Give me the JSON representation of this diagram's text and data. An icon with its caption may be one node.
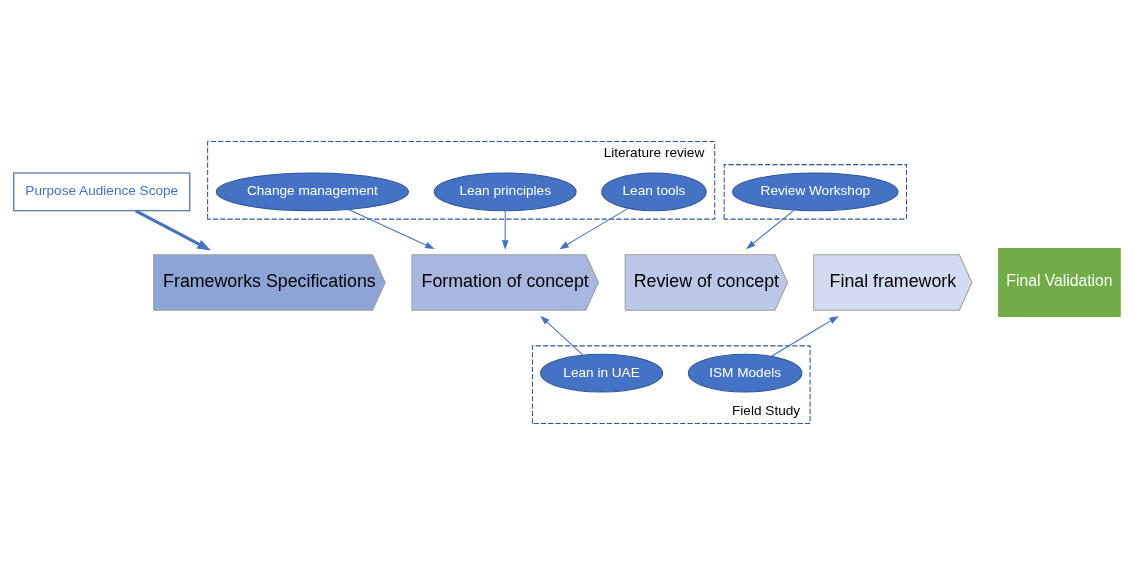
{
  "diagram": {
    "nodes": [
      {
        "text": [
          "Literature review"
        ]
      },
      {
        "text": [
          "Lean tools"
        ],
        "in": 0
      },
      {
        "text": [
          "Lean principles"
        ],
        "in": 0
      },
      {
        "text": [
          "Change management"
        ],
        "in": 0
      },
      {
        "text": [],
        "shape": "box"
      },
      {
        "text": [
          "Review Workshop"
        ],
        "in": 4
      },
      {
        "text": [
          "Purpose Audience Scope"
        ]
      },
      {
        "text": [
          "Frameworks Specifications"
        ]
      },
      {
        "text": [
          "Formation of concept"
        ]
      },
      {
        "text": [
          "Review of concept"
        ]
      },
      {
        "text": [
          "Final framework"
        ]
      },
      {
        "text": [
          "Final Validation"
        ]
      },
      {
        "text": [
          "Field Study"
        ]
      },
      {
        "text": [
          "Lean in UAE"
        ],
        "in": 12
      },
      {
        "text": [
          "ISM Models"
        ],
        "in": 12
      }
    ],
    "edges": [
      {
        "from": 2,
        "to": 8,
        "arrow": "to"
      },
      {
        "from": 1,
        "to": 8,
        "arrow": "to"
      },
      {
        "from": 3,
        "to": 8,
        "arrow": "to"
      },
      {
        "from": 5,
        "to": 9,
        "arrow": "to"
      },
      {
        "from": 6,
        "to": 7,
        "arrow": "to",
        "style": "thick"
      },
      {
        "from": 13,
        "to": 8,
        "arrow": "to"
      },
      {
        "from": 14,
        "to": 10,
        "arrow": "to"
      }
    ]
  }
}
